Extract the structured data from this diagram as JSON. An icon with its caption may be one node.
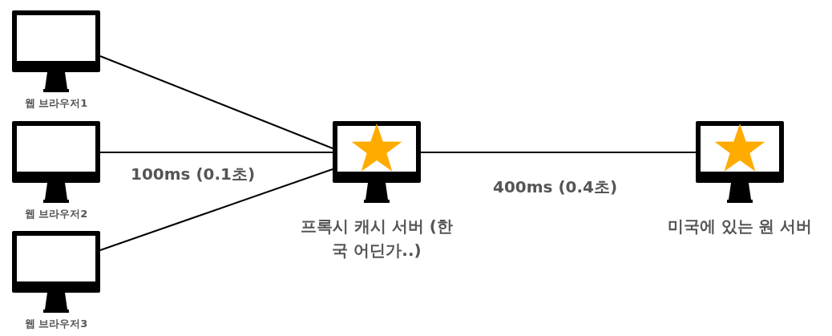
{
  "diagram": {
    "nodes": [
      {
        "text": [
          "웹 브라우저1"
        ]
      },
      {
        "text": [
          "웹 브라우저2"
        ]
      },
      {
        "text": [
          "웹 브라우저3"
        ]
      },
      {
        "text": [
          "프록시 캐시 서버 (한국 어딘가..)"
        ]
      },
      {
        "text": [
          "미국에 있는 원 서버"
        ]
      }
    ],
    "edges": [
      {
        "from": 0,
        "to": 3,
        "arrow": "none"
      },
      {
        "from": 1,
        "to": 3,
        "arrow": "none",
        "label": "100ms (0.1초)"
      },
      {
        "from": 2,
        "to": 3,
        "arrow": "none"
      },
      {
        "from": 3,
        "to": 4,
        "arrow": "none",
        "label": "400ms (0.4초)"
      }
    ]
  }
}
